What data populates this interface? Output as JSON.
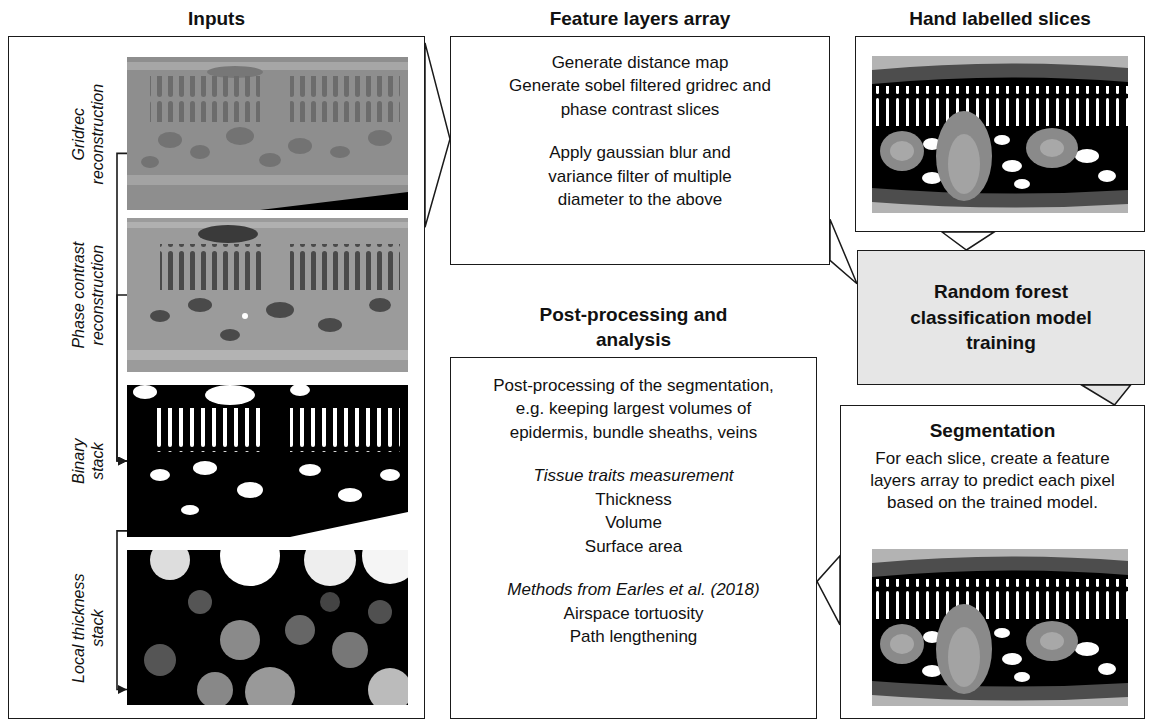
{
  "diagram": {
    "nodes": [
      {
        "text": [
          "Inputs"
        ]
      },
      {
        "text": [
          "Gridrec reconstruction"
        ],
        "in": 0
      },
      {
        "text": [
          "Phase contrast reconstruction"
        ],
        "in": 0
      },
      {
        "text": [
          "Binary stack"
        ],
        "in": 0
      },
      {
        "text": [
          "Local thickness stack"
        ],
        "in": 0
      },
      {
        "text": [
          "Feature layers array",
          "Generate distance map",
          "Generate sobel filtered gridrec and phase contrast slices",
          "Apply gaussian blur and variance filter of multiple diameter to the above"
        ]
      },
      {
        "text": [
          "Hand labelled slices"
        ]
      },
      {
        "text": [
          "Random forest classification model training"
        ]
      },
      {
        "text": [
          "Post-processing and analysis",
          "Post-processing of the segmentation, e.g. keeping largest volumes of epidermis, bundle sheaths, veins",
          "Tissue traits measurement",
          "Thickness",
          "Volume",
          "Surface area",
          "Methods from Earles et al. (2018)",
          "Airspace tortuosity",
          "Path lengthening"
        ]
      },
      {
        "text": [
          "Segmentation",
          "For each slice, create a feature layers array to predict each pixel based on the trained model."
        ]
      }
    ],
    "edges": [
      {
        "from": 0,
        "to": 5,
        "arrow": "to"
      },
      {
        "from": 5,
        "to": 7,
        "arrow": "to"
      },
      {
        "from": 6,
        "to": 7,
        "arrow": "to"
      },
      {
        "from": 7,
        "to": 9,
        "arrow": "to"
      },
      {
        "from": 9,
        "to": 8,
        "arrow": "to"
      },
      {
        "from": 1,
        "to": 3,
        "arrow": "to"
      },
      {
        "from": 2,
        "to": 3,
        "arrow": "to"
      },
      {
        "from": 3,
        "to": 4,
        "arrow": "to"
      }
    ]
  }
}
